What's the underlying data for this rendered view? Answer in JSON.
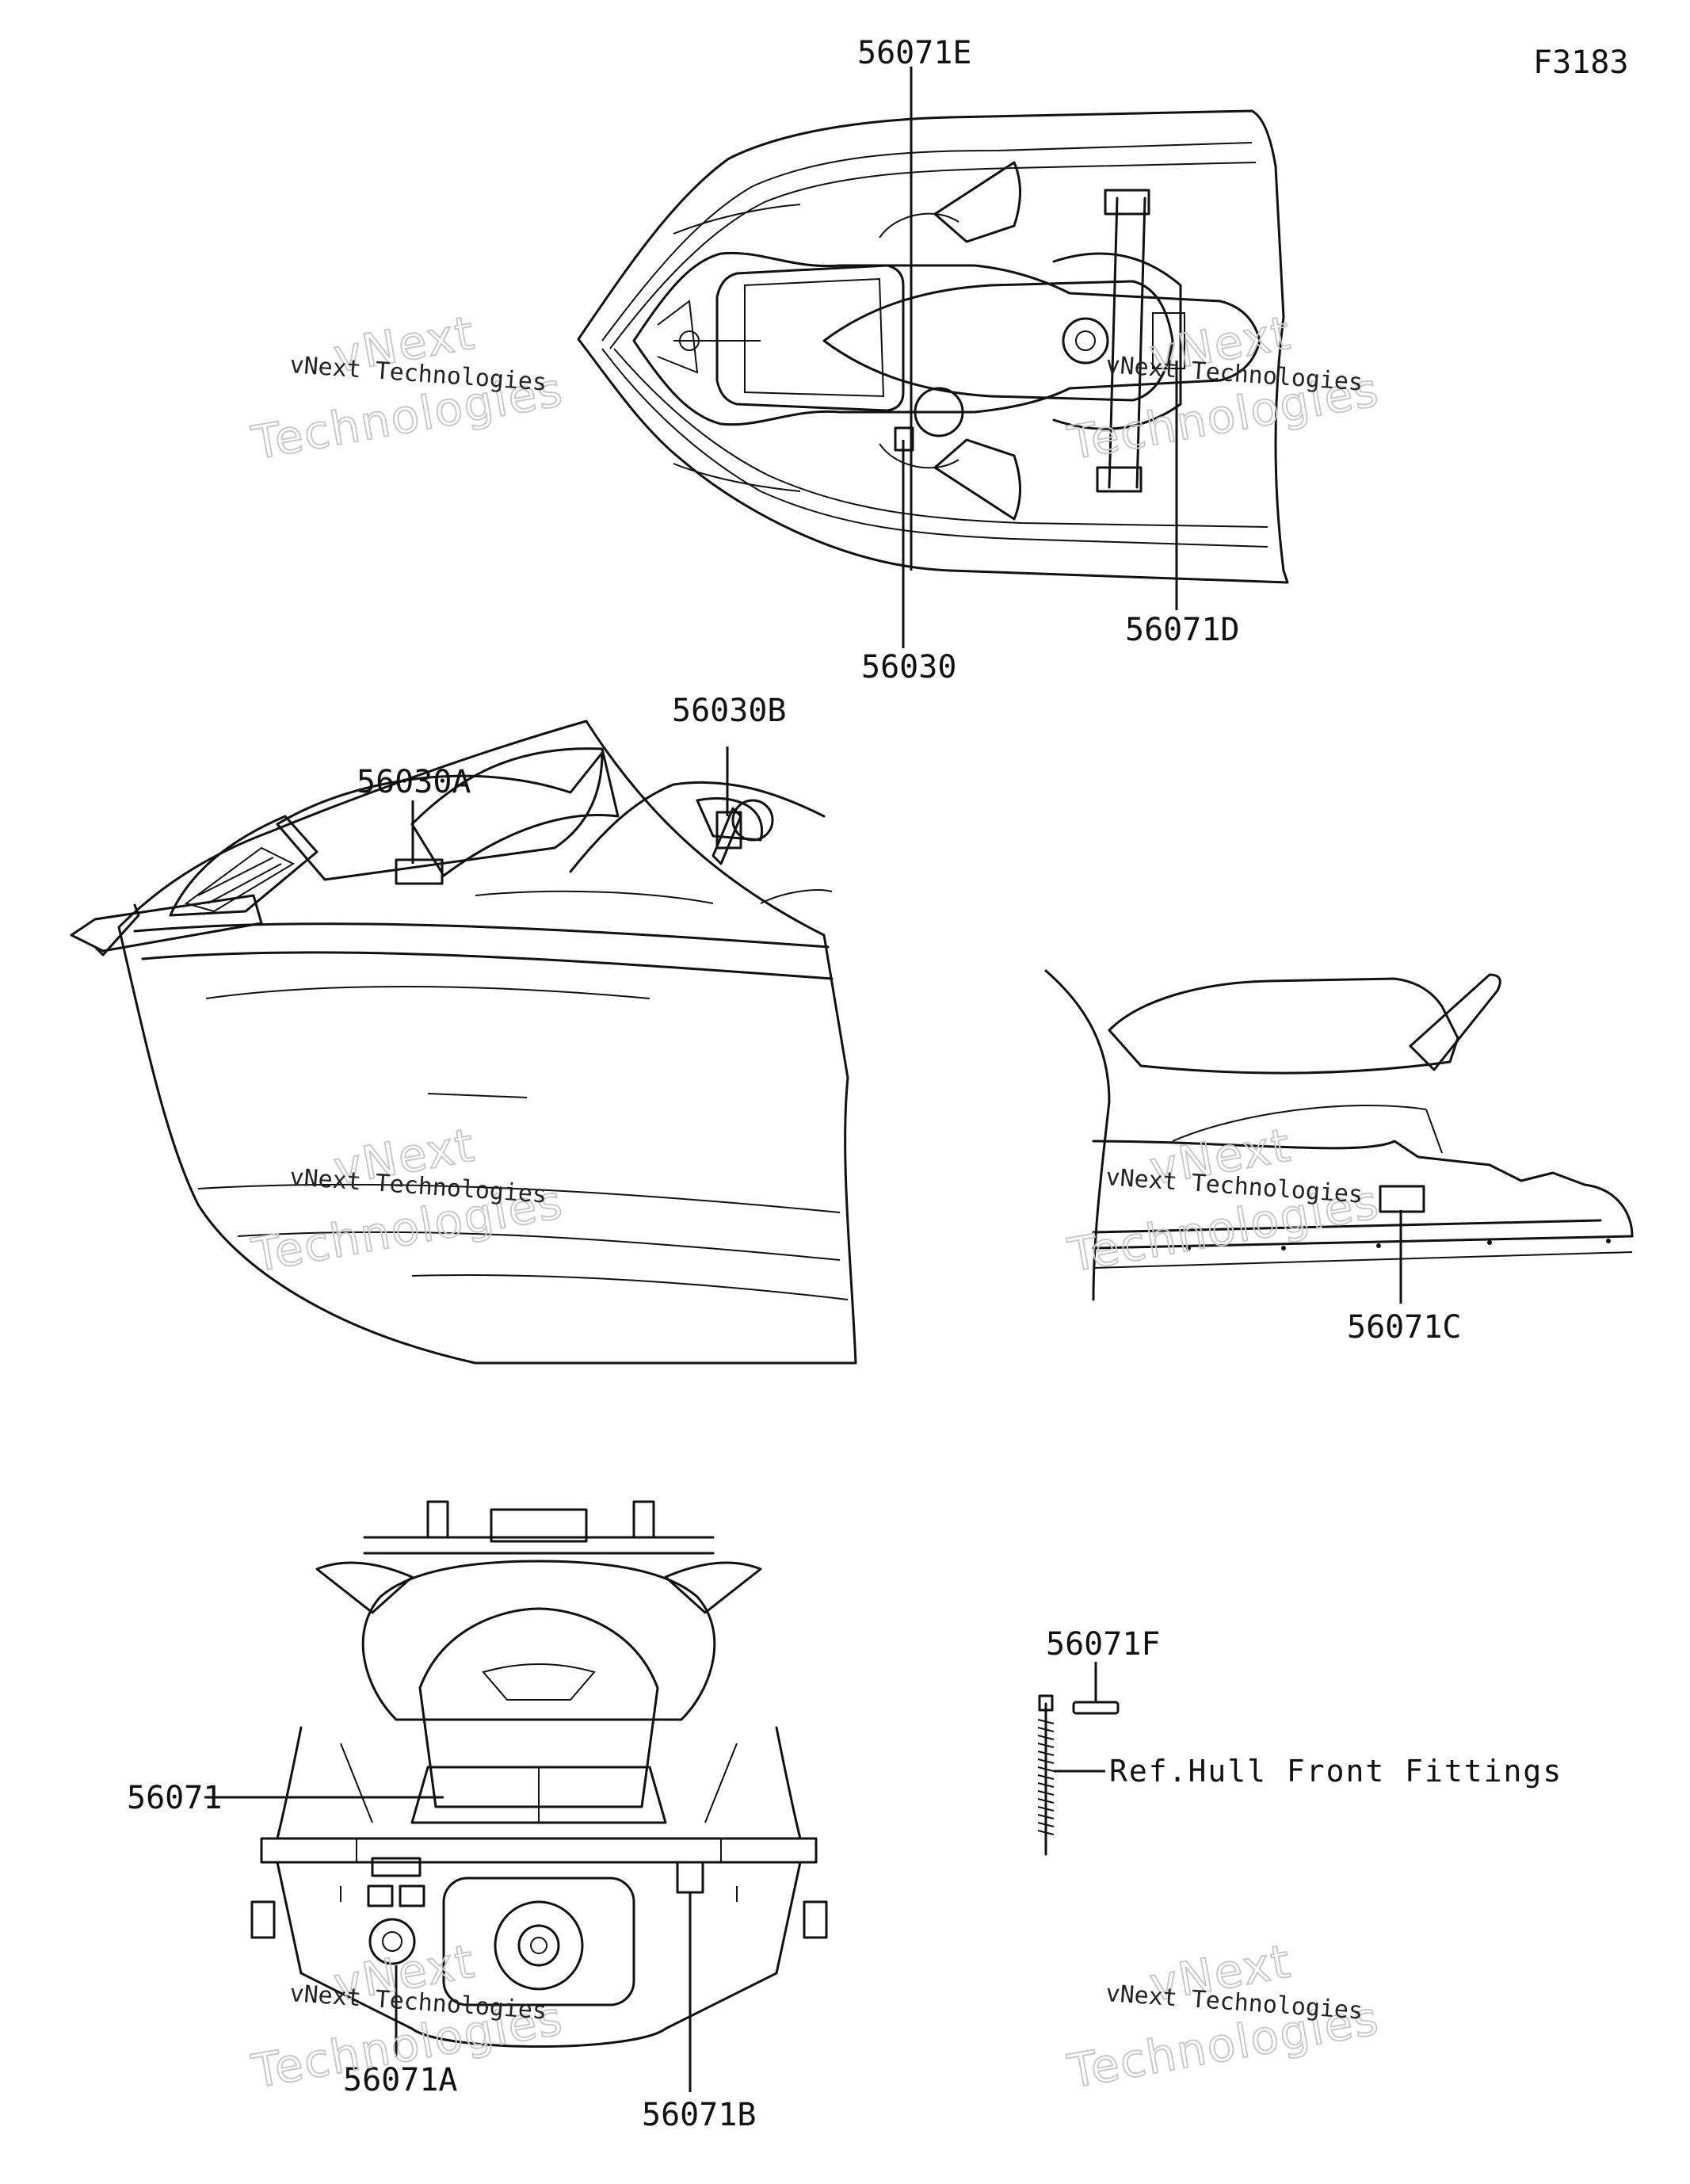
{
  "figure_code": "F3183",
  "callouts": {
    "c_56071E": "56071E",
    "c_56030": "56030",
    "c_56071D": "56071D",
    "c_56030B": "56030B",
    "c_56030A": "56030A",
    "c_56071C": "56071C",
    "c_56071F": "56071F",
    "c_56071": "56071",
    "c_56071A": "56071A",
    "c_56071B": "56071B"
  },
  "reference_note": "Ref.Hull Front Fittings",
  "watermark": {
    "line_small": "vNext Technologies",
    "line_vnext": "vNext",
    "line_tech": "Technologies"
  }
}
